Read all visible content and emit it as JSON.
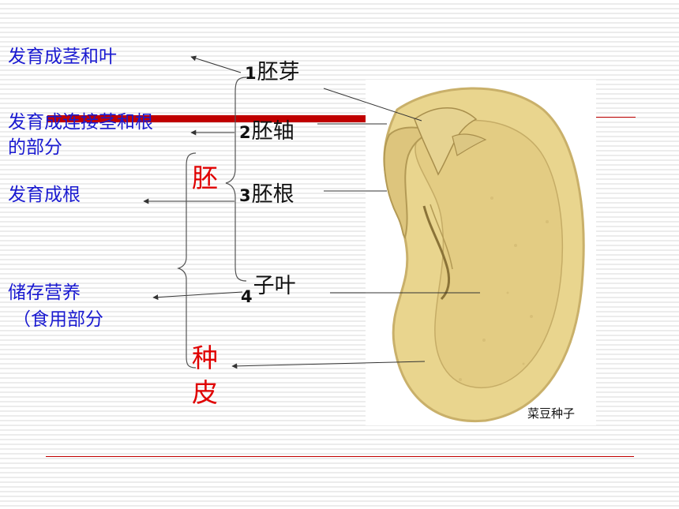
{
  "functions": {
    "plumule": "发育成茎和叶",
    "hypocotyl_line1": "发育成连接茎和根",
    "hypocotyl_line2": "的部分",
    "radicle": "发育成根",
    "cotyledon_line1": "储存营养",
    "cotyledon_line2": "（食用部分"
  },
  "parts": [
    {
      "num": "1",
      "name": "胚芽"
    },
    {
      "num": "2",
      "name": "胚轴"
    },
    {
      "num": "3",
      "name": "胚根"
    },
    {
      "num": "4",
      "name": "子叶"
    }
  ],
  "groups": {
    "embryo": "胚",
    "seed_coat_line1": "种",
    "seed_coat_line2": "皮"
  },
  "figure": {
    "caption": "菜豆种子"
  },
  "colors": {
    "function_text": "#1a1ad0",
    "group_text": "#e00000",
    "accent_bar": "#c00000",
    "seed_fill": "#e9d58e",
    "seed_shadow": "#cdb46c"
  }
}
